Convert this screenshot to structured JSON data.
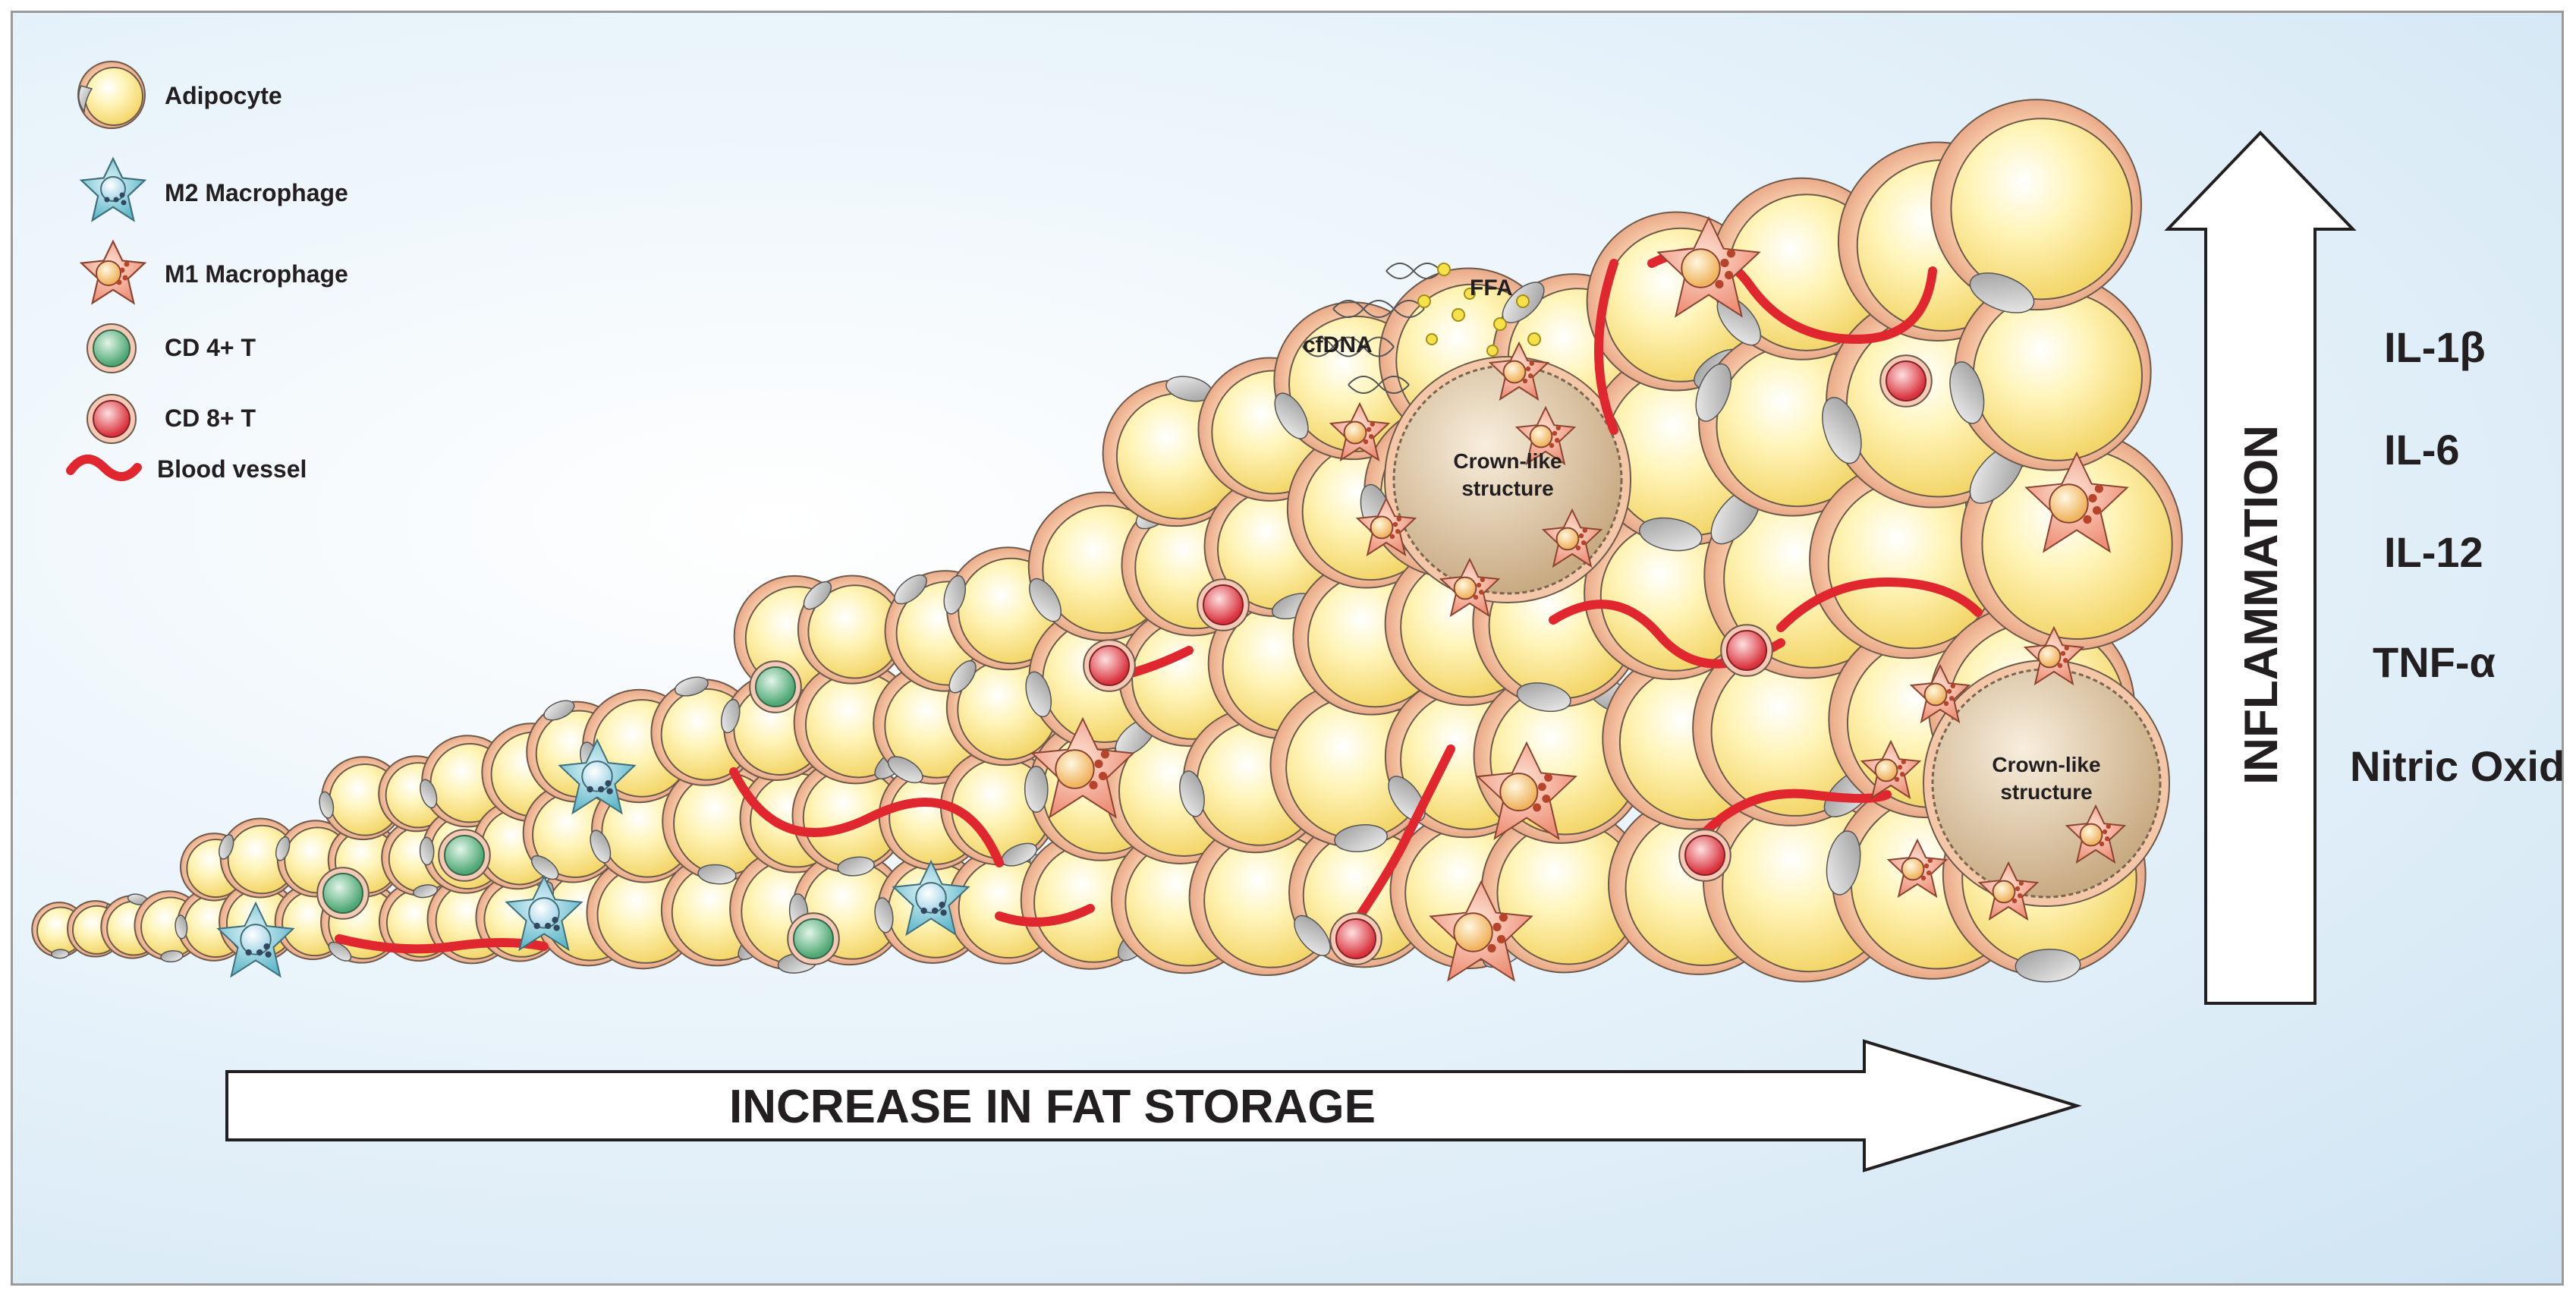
{
  "legend": [
    {
      "key": "adipocyte",
      "label": "Adipocyte"
    },
    {
      "key": "m2",
      "label": "M2 Macrophage"
    },
    {
      "key": "m1",
      "label": "M1 Macrophage"
    },
    {
      "key": "cd4",
      "label": "CD 4+ T"
    },
    {
      "key": "cd8",
      "label": "CD 8+ T"
    },
    {
      "key": "vessel",
      "label": "Blood vessel"
    }
  ],
  "annotations": {
    "cfdna": "cfDNA",
    "ffa": "FFA",
    "crown_line1": "Crown-like",
    "crown_line2": "structure"
  },
  "arrows": {
    "horizontal": "INCREASE IN FAT STORAGE",
    "vertical": "INFLAMMATION"
  },
  "cytokines": [
    "IL-1β",
    "IL-6",
    "IL-12",
    "TNF-α",
    "Nitric Oxide"
  ],
  "colors": {
    "adipocyte": "#fdeea0",
    "m2": "#8fd0de",
    "m1": "#f5a58c",
    "cd4": "#7cc49a",
    "cd8": "#e8474f",
    "vessel": "#e0262e"
  }
}
